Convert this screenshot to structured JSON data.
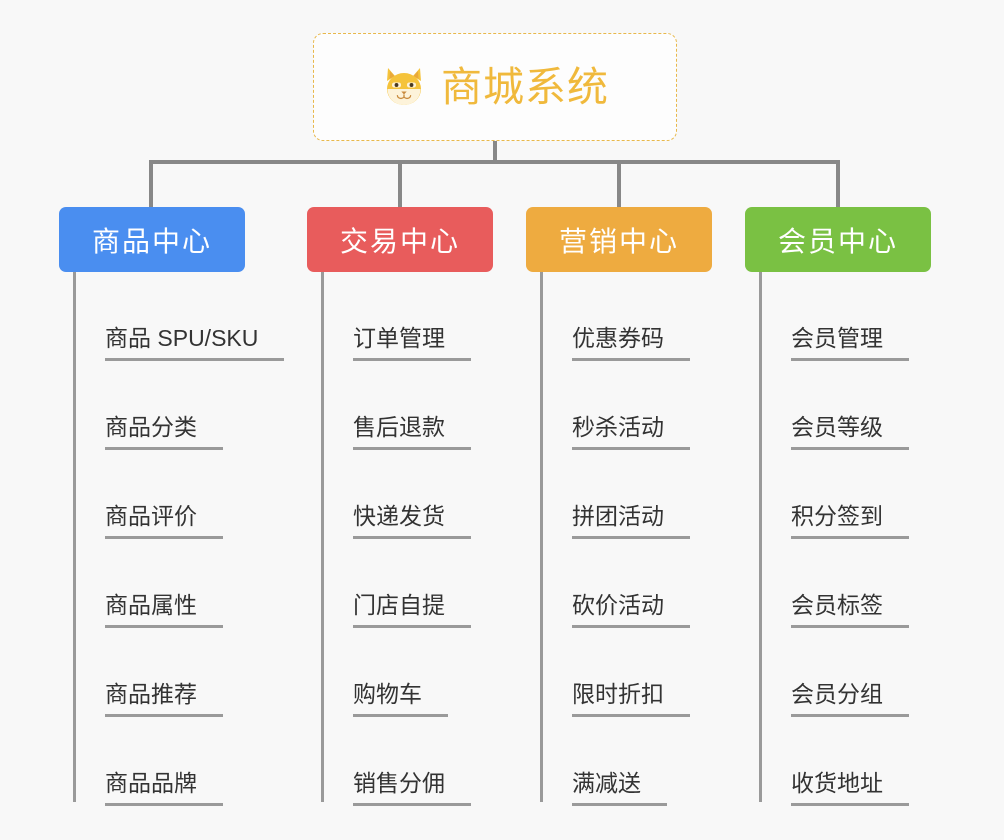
{
  "diagram": {
    "root": {
      "title": "商城系统",
      "icon": "shiba-dog-icon",
      "text_color": "#f0b93c",
      "border_color": "#e8b84b"
    },
    "background_color": "#f8f8f8",
    "connector_color": "#888888",
    "columns": [
      {
        "id": "product-center",
        "title": "商品中心",
        "color": "#4a8ef0",
        "items": [
          "商品 SPU/SKU",
          "商品分类",
          "商品评价",
          "商品属性",
          "商品推荐",
          "商品品牌"
        ]
      },
      {
        "id": "trade-center",
        "title": "交易中心",
        "color": "#e85c5c",
        "items": [
          "订单管理",
          "售后退款",
          "快递发货",
          "门店自提",
          "购物车",
          "销售分佣"
        ]
      },
      {
        "id": "marketing-center",
        "title": "营销中心",
        "color": "#eeab40",
        "items": [
          "优惠券码",
          "秒杀活动",
          "拼团活动",
          "砍价活动",
          "限时折扣",
          "满减送"
        ]
      },
      {
        "id": "member-center",
        "title": "会员中心",
        "color": "#7ac143",
        "items": [
          "会员管理",
          "会员等级",
          "积分签到",
          "会员标签",
          "会员分组",
          "收货地址"
        ]
      }
    ]
  }
}
